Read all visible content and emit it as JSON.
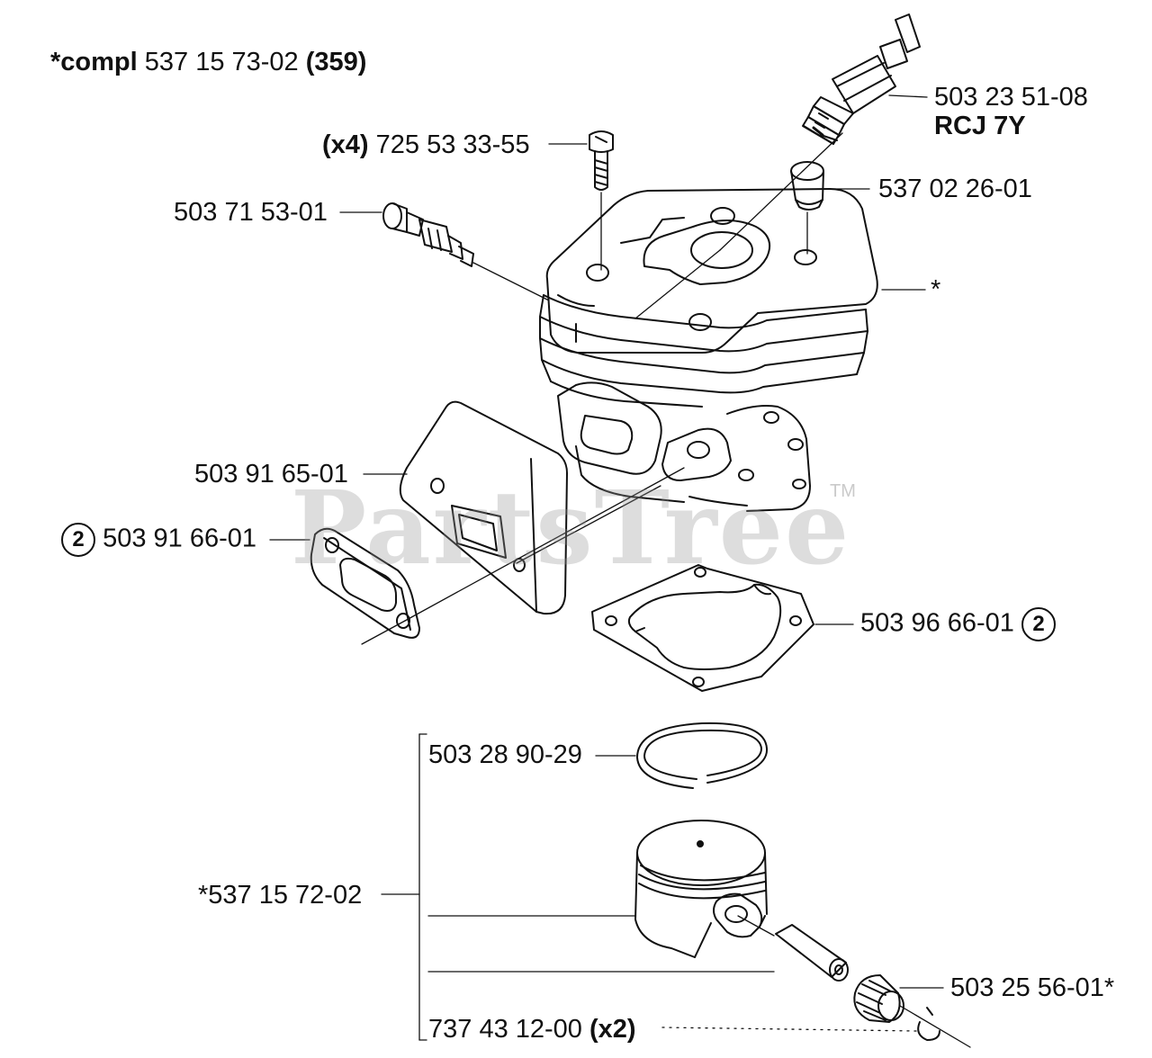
{
  "title": {
    "prefix": "*compl",
    "number": "537 15 73-02",
    "suffix": "(359)"
  },
  "watermark": {
    "text": "PartsTree",
    "tm": "TM"
  },
  "parts": {
    "spark_plug": {
      "number": "503 23 51-08",
      "note": "RCJ 7Y"
    },
    "screw": {
      "qty": "(x4)",
      "number": "725 53 33-55"
    },
    "cap": {
      "number": "537 02 26-01"
    },
    "valve": {
      "number": "503 71 53-01"
    },
    "cylinder": {
      "marker": "*"
    },
    "gasket_plate": {
      "number": "503 91 65-01"
    },
    "flange_gasket": {
      "circle": "2",
      "number": "503 91 66-01"
    },
    "base_gasket": {
      "number": "503 96 66-01",
      "circle": "2"
    },
    "piston_ring": {
      "number": "503 28 90-29"
    },
    "piston_kit": {
      "number": "*537 15 72-02"
    },
    "needle_bearing": {
      "number": "503 25 56-01*"
    },
    "circlip": {
      "number": "737 43 12-00",
      "qty": "(x2)"
    }
  }
}
